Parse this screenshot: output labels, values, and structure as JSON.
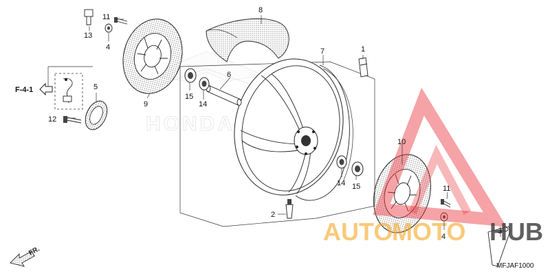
{
  "diagram_code": "MFJAF1000",
  "reference_label": "F-4-1",
  "front_label": "FR.",
  "watermark_brand": "HONDA",
  "logo": {
    "word_auto": "AUTO",
    "word_moto": "MOTO",
    "word_hub": "HUB",
    "color_orange": "#f5a623",
    "color_dark": "#3a3a3a",
    "triangle_color": "#e8343a"
  },
  "callouts": [
    {
      "id": "1"
    },
    {
      "id": "2"
    },
    {
      "id": "3"
    },
    {
      "id": "4"
    },
    {
      "id": "4"
    },
    {
      "id": "5"
    },
    {
      "id": "6"
    },
    {
      "id": "7"
    },
    {
      "id": "8"
    },
    {
      "id": "9"
    },
    {
      "id": "10"
    },
    {
      "id": "11"
    },
    {
      "id": "11"
    },
    {
      "id": "12"
    },
    {
      "id": "13"
    },
    {
      "id": "14"
    },
    {
      "id": "14"
    },
    {
      "id": "15"
    },
    {
      "id": "15"
    }
  ]
}
